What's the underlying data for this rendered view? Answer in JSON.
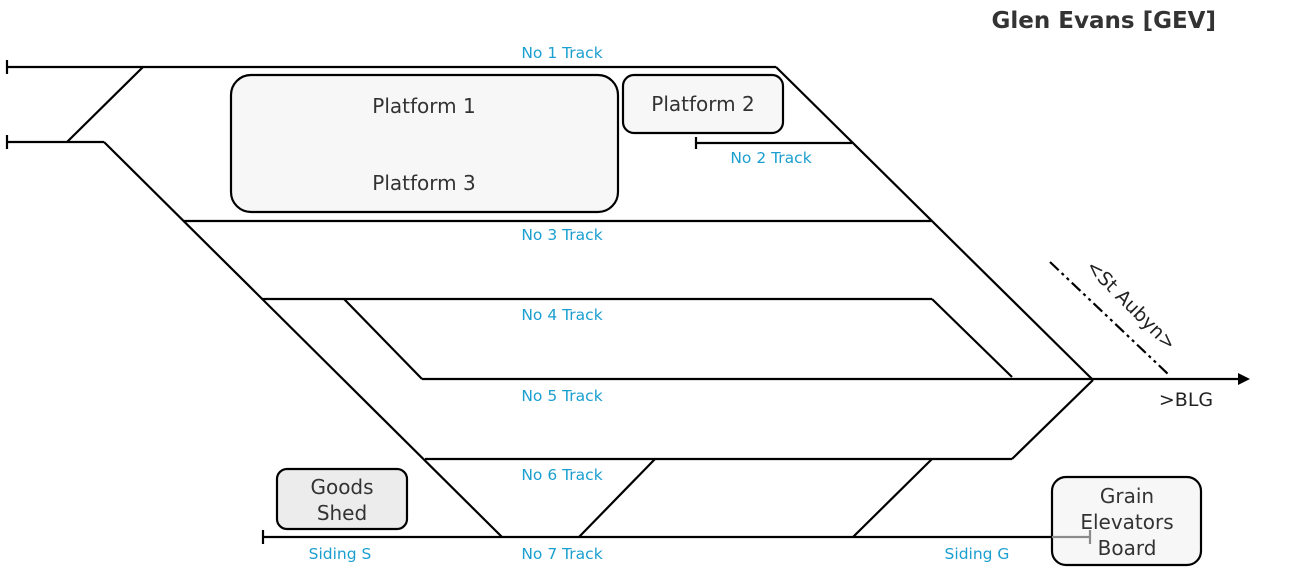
{
  "title": "Glen Evans [GEV]",
  "tracks": {
    "no1": "No 1 Track",
    "no2": "No 2 Track",
    "no3": "No 3 Track",
    "no4": "No 4 Track",
    "no5": "No 5 Track",
    "no6": "No 6 Track",
    "no7": "No 7 Track",
    "siding_s": "Siding S",
    "siding_g": "Siding G"
  },
  "platforms": {
    "platform1": "Platform 1",
    "platform2": "Platform 2",
    "platform3": "Platform 3"
  },
  "buildings": {
    "goods_shed_line1": "Goods",
    "goods_shed_line2": "Shed",
    "grain_line1": "Grain",
    "grain_line2": "Elevators",
    "grain_line3": "Board"
  },
  "directions": {
    "st_aubyn": "<St Aubyn>",
    "blg": ">BLG"
  },
  "colors": {
    "track": "#000000",
    "track_label": "#1b9fd0",
    "platform_fill": "#f7f7f7",
    "goods_shed_fill": "#ececec"
  }
}
